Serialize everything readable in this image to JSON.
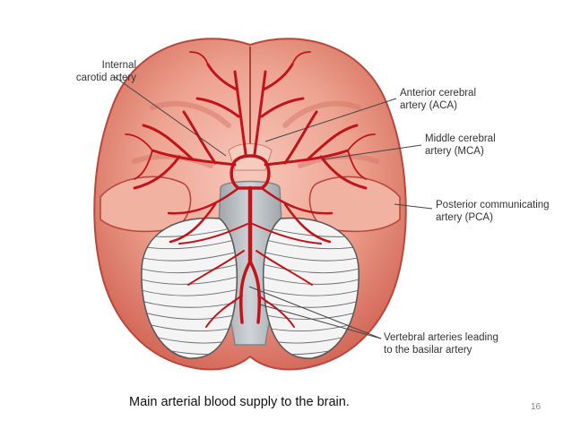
{
  "figure": {
    "labels": {
      "internal_carotid": "Internal\ncarotid artery",
      "aca": "Anterior cerebral\nartery (ACA)",
      "mca": "Middle cerebral\nartery (MCA)",
      "pca": "Posterior communicating\nartery (PCA)",
      "vertebral": "Vertebral arteries leading\nto the basilar artery"
    },
    "colors": {
      "cortex": "#e98c7c",
      "cortex_dark": "#c8564a",
      "artery": "#c0141a",
      "brainstem": "#b8bcc0",
      "cerebellum": "#f2f2f2",
      "leader": "#444444"
    }
  },
  "caption": "Main arterial blood supply to the brain.",
  "page_number": "16"
}
